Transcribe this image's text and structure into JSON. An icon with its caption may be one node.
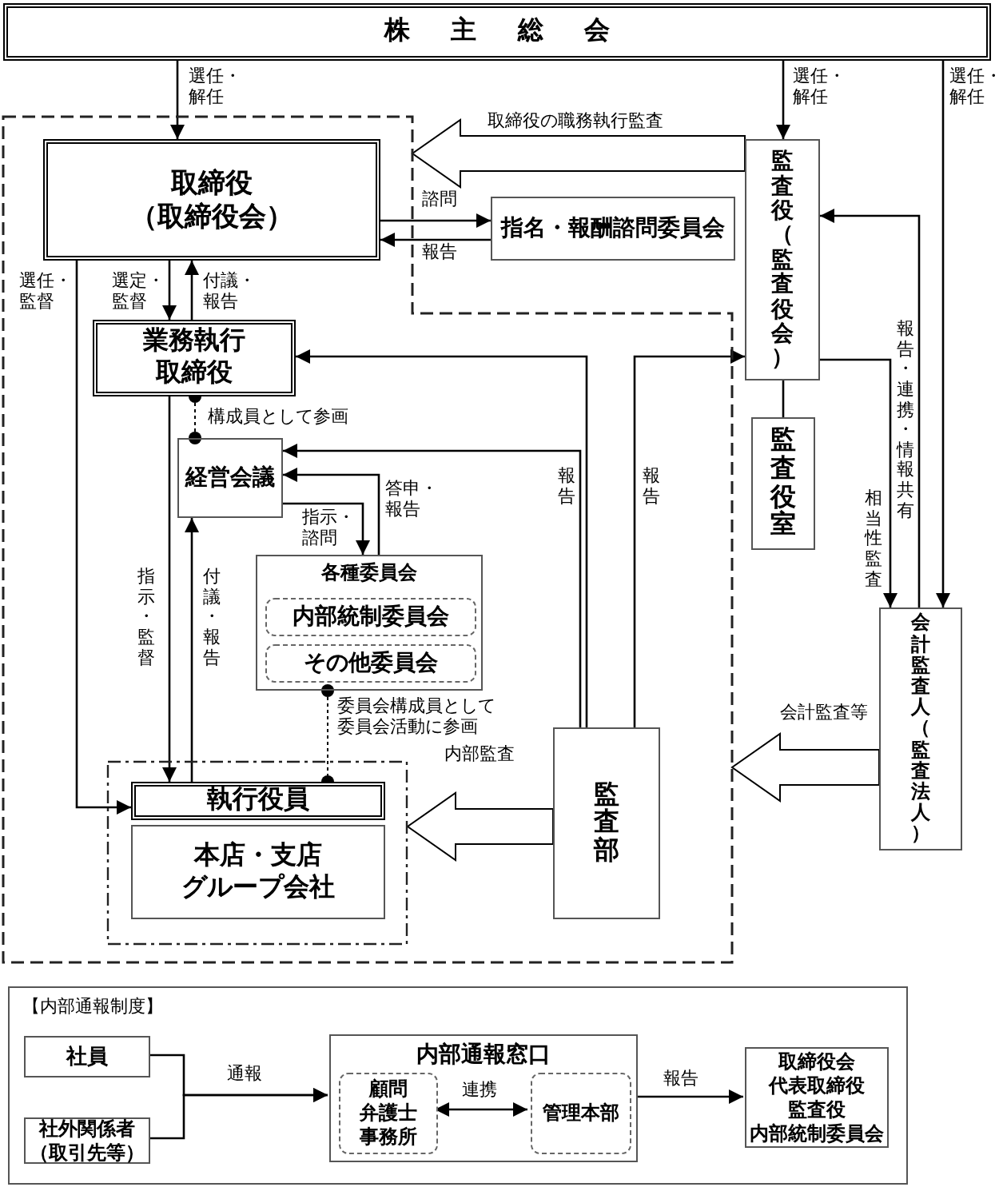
{
  "diagram": {
    "nodes": [
      {
        "text": [
          "株主総会"
        ]
      },
      {
        "text": [],
        "shape": "polygon"
      },
      {
        "text": [
          "取締役",
          "（取締役会）"
        ],
        "in": 1
      },
      {
        "text": [
          "指名・報酬諮問委員会"
        ]
      },
      {
        "text": [
          "監査役（監査役会）"
        ]
      },
      {
        "text": [
          "監査役室"
        ]
      },
      {
        "text": [
          "業務執行取締役"
        ],
        "in": 1
      },
      {
        "text": [
          "経営会議"
        ],
        "in": 1
      },
      {
        "text": [
          "各種委員会"
        ],
        "in": 1
      },
      {
        "text": [
          "内部統制委員会"
        ],
        "in": 8
      },
      {
        "text": [
          "その他委員会"
        ],
        "in": 8
      },
      {
        "text": [],
        "shape": "box",
        "in": 1
      },
      {
        "text": [
          "執行役員"
        ],
        "in": 11
      },
      {
        "text": [
          "本店・支店",
          "グループ会社"
        ],
        "in": 11
      },
      {
        "text": [
          "監査部"
        ],
        "in": 1
      },
      {
        "text": [
          "会計監査人（監査法人）"
        ]
      },
      {
        "text": [
          "【内部通報制度】"
        ]
      },
      {
        "text": [
          "社員"
        ],
        "in": 16
      },
      {
        "text": [
          "社外関係者",
          "（取引先等）"
        ],
        "in": 16
      },
      {
        "text": [
          "内部通報窓口"
        ],
        "in": 16
      },
      {
        "text": [
          "顧問",
          "弁護士",
          "事務所"
        ],
        "in": 19
      },
      {
        "text": [
          "管理本部"
        ],
        "in": 19
      },
      {
        "text": [
          "取締役会",
          "代表取締役",
          "監査役",
          "内部統制委員会"
        ],
        "in": 16
      }
    ],
    "edges": [
      {
        "from": 0,
        "to": 2,
        "arrow": "to",
        "label": "選任・解任"
      },
      {
        "from": 0,
        "to": 4,
        "arrow": "to",
        "label": "選任・解任"
      },
      {
        "from": 0,
        "to": 15,
        "arrow": "to",
        "label": "選任・解任"
      },
      {
        "from": 4,
        "to": 1,
        "arrow": "to",
        "label": "取締役の職務執行監査",
        "style": "thick"
      },
      {
        "from": 2,
        "to": 3,
        "arrow": "to",
        "label": "諮問"
      },
      {
        "from": 3,
        "to": 2,
        "arrow": "to",
        "label": "報告"
      },
      {
        "from": 2,
        "to": 12,
        "arrow": "to",
        "label": "選任・監督"
      },
      {
        "from": 2,
        "to": 6,
        "arrow": "to",
        "label": "選定・監督"
      },
      {
        "from": 6,
        "to": 2,
        "arrow": "to",
        "label": "付議・報告"
      },
      {
        "from": 6,
        "to": 7,
        "arrow": "other",
        "label": "構成員として参画",
        "style": "dashed"
      },
      {
        "from": 7,
        "to": 8,
        "arrow": "to",
        "label": "指示・諮問"
      },
      {
        "from": 8,
        "to": 7,
        "arrow": "to",
        "label": "答申・報告"
      },
      {
        "from": 6,
        "to": 12,
        "arrow": "to",
        "label": "指示・監督"
      },
      {
        "from": 12,
        "to": 7,
        "arrow": "to",
        "label": "付議・報告"
      },
      {
        "from": 8,
        "to": 12,
        "arrow": "other",
        "label": "委員会構成員として委員会活動に参画",
        "style": "dashed"
      },
      {
        "from": 14,
        "to": 11,
        "arrow": "to",
        "label": "内部監査",
        "style": "thick"
      },
      {
        "from": 14,
        "to": 6,
        "arrow": "to"
      },
      {
        "from": 14,
        "to": 7,
        "arrow": "to",
        "label": "報告"
      },
      {
        "from": 14,
        "to": 4,
        "arrow": "to",
        "label": "報告"
      },
      {
        "from": 4,
        "to": 5,
        "arrow": "none"
      },
      {
        "from": 4,
        "to": 15,
        "arrow": "to",
        "label": "相当性監査"
      },
      {
        "from": 15,
        "to": 4,
        "arrow": "to",
        "label": "報告・連携・情報共有"
      },
      {
        "from": 15,
        "to": 1,
        "arrow": "to",
        "label": "会計監査等",
        "style": "thick"
      },
      {
        "from": 17,
        "to": 19,
        "arrow": "to",
        "label": "通報"
      },
      {
        "from": 18,
        "to": 19,
        "arrow": "to"
      },
      {
        "from": 20,
        "to": 21,
        "arrow": "both",
        "label": "連携"
      },
      {
        "from": 19,
        "to": 22,
        "arrow": "to",
        "label": "報告"
      }
    ]
  }
}
